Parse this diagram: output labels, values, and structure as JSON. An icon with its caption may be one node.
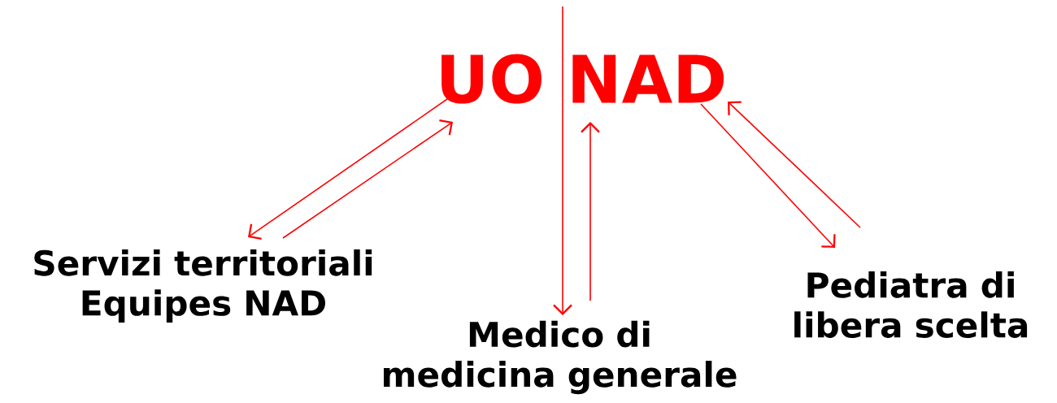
{
  "diagram": {
    "nodes": [
      {
        "text": [
          "UO NAD"
        ]
      },
      {
        "text": [
          "Servizi territoriali Equipes NAD"
        ]
      },
      {
        "text": [
          "Medico di medicina generale"
        ]
      },
      {
        "text": [
          "Pediatra di libera scelta"
        ]
      }
    ],
    "edges": [
      {
        "from": 0,
        "to": 1,
        "arrow": "to"
      },
      {
        "from": 1,
        "to": 0,
        "arrow": "to"
      },
      {
        "from": 0,
        "to": 2,
        "arrow": "to"
      },
      {
        "from": 2,
        "to": 0,
        "arrow": "to"
      },
      {
        "from": 0,
        "to": 3,
        "arrow": "to"
      },
      {
        "from": 3,
        "to": 0,
        "arrow": "to"
      }
    ]
  }
}
